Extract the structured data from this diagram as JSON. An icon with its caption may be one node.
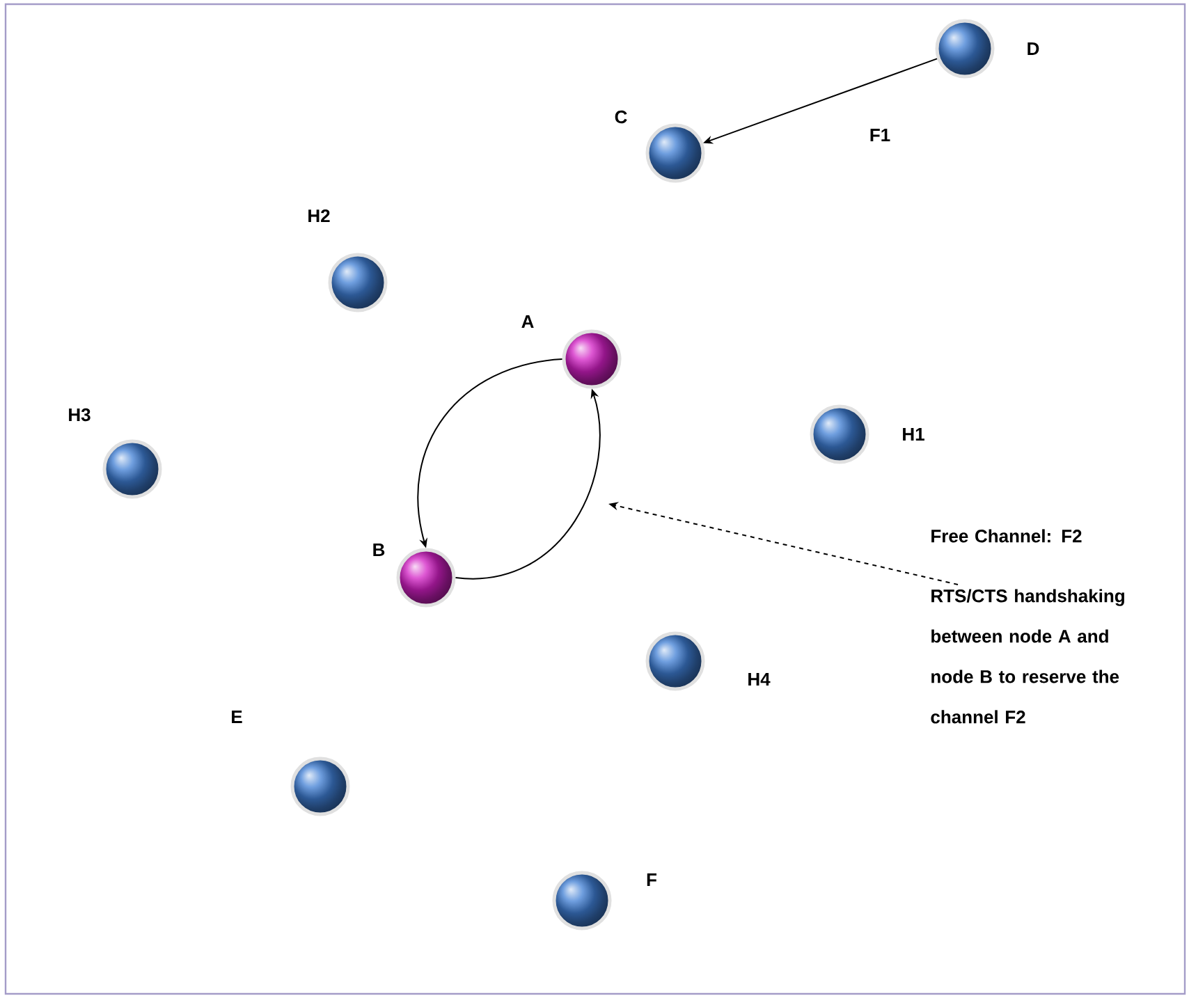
{
  "diagram": {
    "nodes": [
      {
        "text": [],
        "shape": "circle",
        "beside": [
          "D"
        ]
      },
      {
        "text": [],
        "shape": "circle",
        "beside": [
          "C"
        ]
      },
      {
        "text": [],
        "shape": "circle",
        "beside": [
          "H2"
        ]
      },
      {
        "text": [],
        "shape": "circle",
        "beside": [
          "A"
        ]
      },
      {
        "text": [],
        "shape": "circle",
        "beside": [
          "H1"
        ]
      },
      {
        "text": [],
        "shape": "circle",
        "beside": [
          "H3"
        ]
      },
      {
        "text": [],
        "shape": "circle",
        "beside": [
          "B"
        ]
      },
      {
        "text": [],
        "shape": "circle",
        "beside": [
          "H4"
        ]
      },
      {
        "text": [],
        "shape": "circle",
        "beside": [
          "E"
        ]
      },
      {
        "text": [],
        "shape": "circle",
        "beside": [
          "F"
        ]
      },
      {
        "text": [
          "Free Channel: F2",
          "RTS/CTS handshaking between node A and node B to reserve the channel F2"
        ]
      }
    ],
    "edges": [
      {
        "from": 0,
        "to": 1,
        "arrow": "to"
      },
      {
        "from": 3,
        "to": 6,
        "arrow": "to"
      },
      {
        "from": 6,
        "to": 3,
        "arrow": "to"
      },
      {
        "from": 10,
        "to": null,
        "arrow": "to",
        "style": "dashed"
      }
    ],
    "labels": [
      "F1"
    ]
  }
}
